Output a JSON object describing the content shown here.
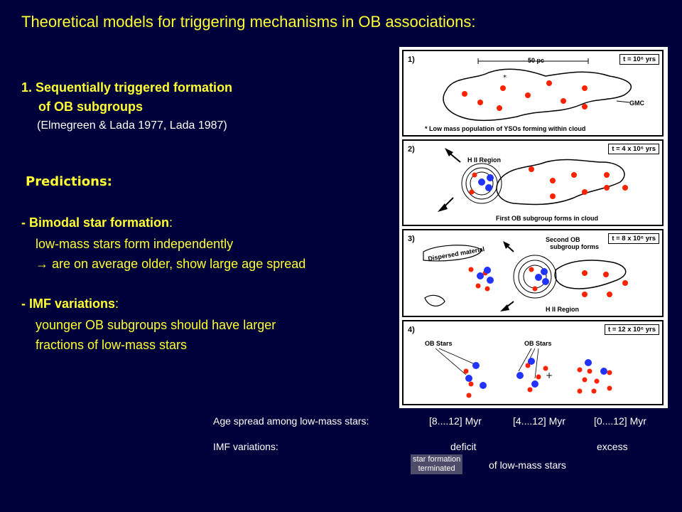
{
  "title": "Theoretical models for triggering mechanisms in OB associations:",
  "section1": {
    "line1": "1. Sequentially triggered formation",
    "line2": "of OB subgroups",
    "reference": "(Elmegreen & Lada 1977,  Lada 1987)"
  },
  "predictions": {
    "heading": "Predictions:",
    "bimodal_label": "- Bimodal star formation",
    "bimodal_colon": ":",
    "bimodal_line1": "low-mass stars form independently",
    "bimodal_line2": "→ are on average older, show large age spread",
    "imf_label": "-  IMF variations",
    "imf_colon": ":",
    "imf_line1": "younger OB subgroups should have larger",
    "imf_line2": "fractions of low-mass stars"
  },
  "figure": {
    "panel1": {
      "label": "1)",
      "scale": "50 pc",
      "time": "t = 10⁶ yrs",
      "gmc": "GMC",
      "note": "* Low mass population of YSOs forming within cloud"
    },
    "panel2": {
      "label": "2)",
      "time": "t = 4 x 10⁶ yrs",
      "hii": "H II Region",
      "note": "First OB subgroup forms in cloud"
    },
    "panel3": {
      "label": "3)",
      "time": "t = 8 x 10⁶ yrs",
      "dispersed": "Dispersed material",
      "second": "Second OB",
      "second2": "subgroup forms",
      "hii": "H II Region",
      "sf_line1": "star formation",
      "sf_line2": "terminated"
    },
    "panel4": {
      "label": "4)",
      "time": "t = 12 x 10⁶ yrs",
      "ob1": "OB Stars",
      "ob2": "OB Stars"
    }
  },
  "bottom": {
    "age_label": "Age spread among low-mass stars:",
    "age1": "[8....12] Myr",
    "age2": "[4....12] Myr",
    "age3": "[0....12] Myr",
    "imf_label": "IMF variations:",
    "deficit": "deficit",
    "excess": "excess",
    "of_low_mass": "of low-mass stars"
  },
  "colors": {
    "background": "#00003a",
    "highlight": "#ffff33",
    "red_star": "#ff2200",
    "blue_star": "#2233ff"
  }
}
